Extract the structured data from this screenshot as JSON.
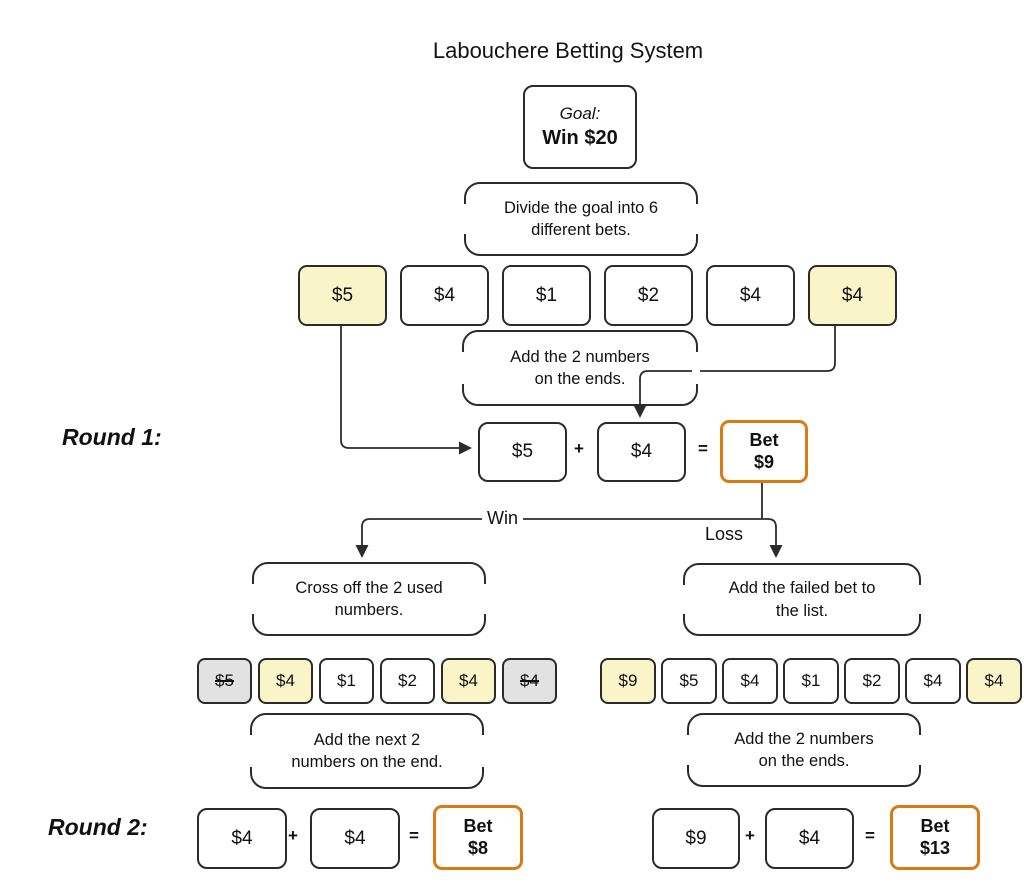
{
  "title": "Labouchere Betting System",
  "goal": {
    "label": "Goal:",
    "value": "Win $20"
  },
  "round1": {
    "label": "Round 1:",
    "divide_note": "Divide the goal into 6\ndifferent bets.",
    "bets": [
      {
        "v": "$5",
        "s": "highlight"
      },
      {
        "v": "$4",
        "s": "plain"
      },
      {
        "v": "$1",
        "s": "plain"
      },
      {
        "v": "$2",
        "s": "plain"
      },
      {
        "v": "$4",
        "s": "plain"
      },
      {
        "v": "$4",
        "s": "highlight"
      }
    ],
    "add_note": "Add the 2 numbers\non the ends.",
    "equation": {
      "a": "$5",
      "op": "+",
      "b": "$4",
      "eq": "=",
      "bet_label": "Bet",
      "bet_value": "$9"
    },
    "outcomes": {
      "win": "Win",
      "loss": "Loss"
    }
  },
  "win_branch": {
    "note": "Cross off the 2 used\nnumbers.",
    "list": [
      {
        "v": "$5",
        "s": "crossed"
      },
      {
        "v": "$4",
        "s": "highlight"
      },
      {
        "v": "$1",
        "s": "plain"
      },
      {
        "v": "$2",
        "s": "plain"
      },
      {
        "v": "$4",
        "s": "highlight"
      },
      {
        "v": "$4",
        "s": "crossed"
      }
    ],
    "add_note": "Add the next 2\nnumbers on the end.",
    "equation": {
      "a": "$4",
      "op": "+",
      "b": "$4",
      "eq": "=",
      "bet_label": "Bet",
      "bet_value": "$8"
    }
  },
  "loss_branch": {
    "note": "Add the failed bet to\nthe list.",
    "list": [
      {
        "v": "$9",
        "s": "highlight"
      },
      {
        "v": "$5",
        "s": "plain"
      },
      {
        "v": "$4",
        "s": "plain"
      },
      {
        "v": "$1",
        "s": "plain"
      },
      {
        "v": "$2",
        "s": "plain"
      },
      {
        "v": "$4",
        "s": "plain"
      },
      {
        "v": "$4",
        "s": "highlight"
      }
    ],
    "add_note": "Add the 2 numbers\non the ends.",
    "equation": {
      "a": "$9",
      "op": "+",
      "b": "$4",
      "eq": "=",
      "bet_label": "Bet",
      "bet_value": "$13"
    }
  },
  "round2_label": "Round 2:",
  "colors": {
    "accent": "#d97b15",
    "highlight": "#faf5c8",
    "crossed": "#e2e2e2",
    "line": "#2b2b2b"
  }
}
